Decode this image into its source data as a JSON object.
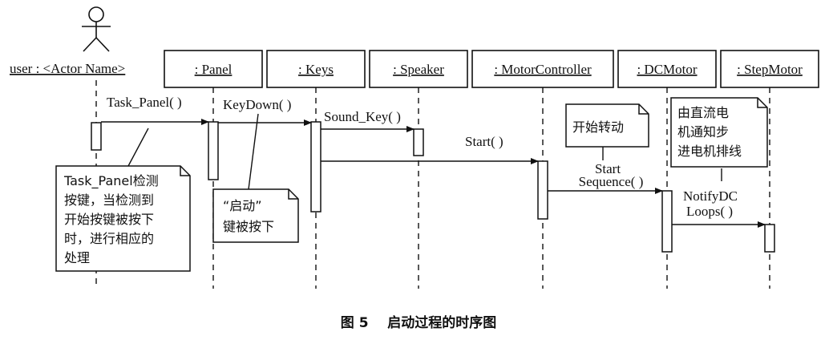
{
  "diagram": {
    "actor": "user : <Actor Name>",
    "objects": [
      ": Panel",
      ": Keys",
      ": Speaker",
      ": MotorController",
      ": DCMotor",
      ": StepMotor"
    ],
    "messages": {
      "task_panel": "Task_Panel( )",
      "keydown": "KeyDown( )",
      "sound_key": "Sound_Key( )",
      "start": "Start( )",
      "start_sequence_1": "Start",
      "start_sequence_2": "Sequence( )",
      "notify_1": "NotifyDC",
      "notify_2": "Loops( )"
    },
    "notes": {
      "panel_note": [
        "Task_Panel检测",
        "按键，当检测到",
        "开始按键被按下",
        "时，进行相应的",
        "处理"
      ],
      "keys_note": [
        "“启动”",
        "键被按下"
      ],
      "motor_note": [
        "开始转动"
      ],
      "dc_note": [
        "由直流电",
        "机通知步",
        "进电机排线"
      ]
    },
    "caption": "图 5    启动过程的时序图"
  }
}
